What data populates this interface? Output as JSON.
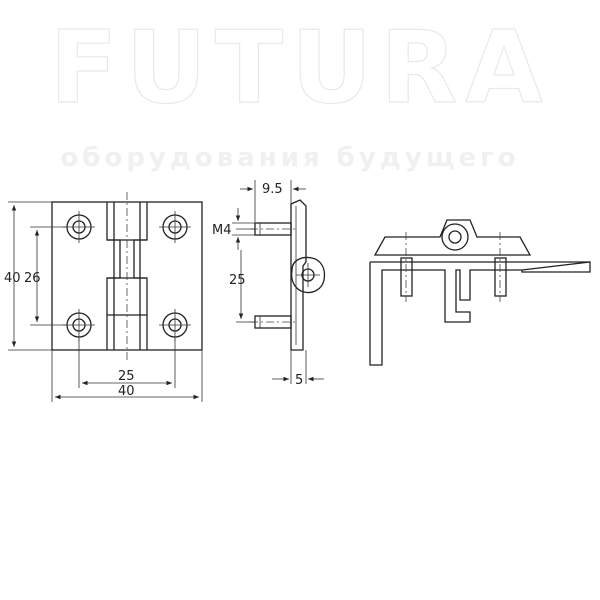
{
  "watermark": {
    "brand": "FUTURA",
    "tagline": "оборудования будущего"
  },
  "front_view": {
    "dim_height": "40",
    "dim_hole_vertical": "26",
    "dim_hole_horizontal": "25",
    "dim_width": "40"
  },
  "side_view": {
    "dim_offset": "9.5",
    "dim_thread": "M4",
    "dim_stud_spacing": "25",
    "dim_thickness": "5"
  }
}
